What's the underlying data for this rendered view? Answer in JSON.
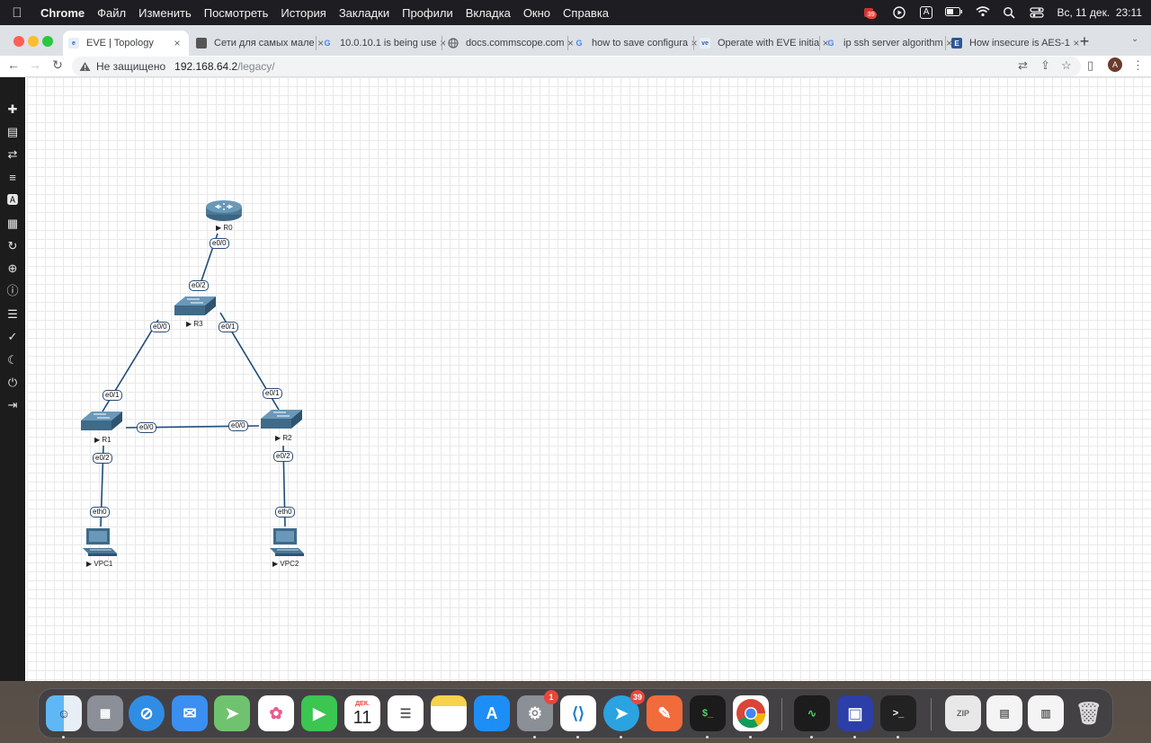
{
  "menubar": {
    "app_name": "Chrome",
    "menus": [
      "Файл",
      "Изменить",
      "Посмотреть",
      "История",
      "Закладки",
      "Профили",
      "Вкладка",
      "Окно",
      "Справка"
    ],
    "notification_badge": "39",
    "input_source": "A",
    "datetime": "Вс, 11 дек.  23:11"
  },
  "tabs": [
    {
      "title": "EVE | Topology",
      "favicon": "eve-icon"
    },
    {
      "title": "Сети для самых мале",
      "favicon": "page-icon"
    },
    {
      "title": "10.0.10.1 is being use",
      "favicon": "google-icon"
    },
    {
      "title": "docs.commscope.com",
      "favicon": "globe-icon"
    },
    {
      "title": "how to save configura",
      "favicon": "google-icon"
    },
    {
      "title": "Operate with EVE initia",
      "favicon": "eve-icon"
    },
    {
      "title": "ip ssh server algorithm",
      "favicon": "google-icon"
    },
    {
      "title": "How insecure is AES-1",
      "favicon": "site-icon"
    }
  ],
  "address_bar": {
    "security_label": "Не защищено",
    "host": "192.168.64.2",
    "path": "/legacy/"
  },
  "profile_initial": "A",
  "sidebar_icons": [
    "add-icon",
    "nodes-icon",
    "connections-icon",
    "list-icon",
    "text-icon",
    "grid-icon",
    "refresh-icon",
    "zoom-icon",
    "info-icon",
    "log-icon",
    "check-icon",
    "dark-mode-icon",
    "power-icon",
    "logout-icon"
  ],
  "topology": {
    "nodes": [
      {
        "name": "R0",
        "type": "router"
      },
      {
        "name": "R3",
        "type": "switch"
      },
      {
        "name": "R1",
        "type": "switch"
      },
      {
        "name": "R2",
        "type": "switch"
      },
      {
        "name": "VPC1",
        "type": "pc"
      },
      {
        "name": "VPC2",
        "type": "pc"
      }
    ],
    "links": [
      {
        "a": "R0",
        "a_port": "e0/0",
        "b": "R3",
        "b_port": "e0/2"
      },
      {
        "a": "R3",
        "a_port": "e0/0",
        "b": "R1",
        "b_port": "e0/1"
      },
      {
        "a": "R3",
        "a_port": "e0/1",
        "b": "R2",
        "b_port": "e0/1"
      },
      {
        "a": "R1",
        "a_port": "e0/0",
        "b": "R2",
        "b_port": "e0/0"
      },
      {
        "a": "R1",
        "a_port": "e0/2",
        "b": "VPC1",
        "b_port": "eth0"
      },
      {
        "a": "R2",
        "a_port": "e0/2",
        "b": "VPC2",
        "b_port": "eth0"
      }
    ]
  },
  "dock": {
    "calendar_month": "ДЕК.",
    "calendar_day": "11",
    "settings_badge": "1",
    "telegram_badge": "39"
  }
}
